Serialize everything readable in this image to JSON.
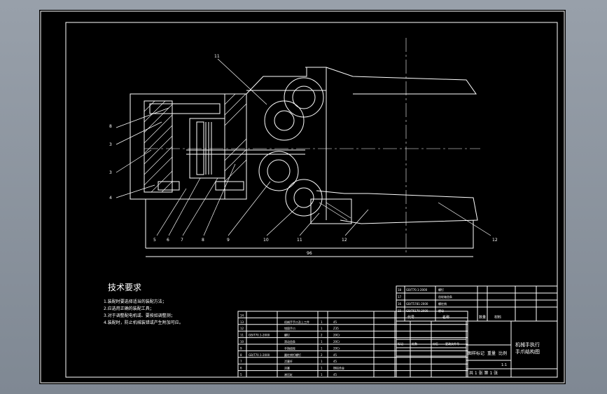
{
  "drawing": {
    "balloons": [
      "11",
      "8",
      "3",
      "3",
      "4",
      "5",
      "6",
      "7",
      "8",
      "9",
      "10",
      "11",
      "12",
      "12"
    ],
    "tech_requirements": {
      "title": "技术要求",
      "items": [
        "1.装配时要选择适当的装配方法；",
        "2.应选用正确的装配工具；",
        "3.对于调整配电机或、要按如调整测；",
        "4.装配时，防止机械装错或产生附加可应。"
      ]
    },
    "dimension_label": "96"
  },
  "title_block": {
    "drawing_name": [
      "机械手执行",
      "手爪结构图"
    ],
    "scale": "1:1",
    "sheet_info": "共 1 张  第 1 张",
    "headers": [
      "图样标记",
      "重量",
      "比例"
    ],
    "marks": [
      "标记",
      "处数",
      "分区",
      "更改文件号",
      "签名",
      "年月日"
    ]
  },
  "bom": {
    "rows": [
      {
        "no": "14",
        "code": "",
        "name": "",
        "qty": "",
        "mat": ""
      },
      {
        "no": "13",
        "code": "",
        "name": "机械手手爪及上工件",
        "qty": "1",
        "mat": "45"
      },
      {
        "no": "12",
        "code": "",
        "name": "钳固手爪",
        "qty": "1",
        "mat": "Z35"
      },
      {
        "no": "11",
        "code": "GB/T70.1-2000",
        "name": "螺钉",
        "qty": "2",
        "mat": "20Cr"
      },
      {
        "no": "10",
        "code": "",
        "name": "滑动齿条",
        "qty": "1",
        "mat": "20Cr"
      },
      {
        "no": "9",
        "code": "",
        "name": "手指齿轮",
        "qty": "1",
        "mat": "20Cr"
      },
      {
        "no": "8",
        "code": "GB/T70.1-2000",
        "name": "圆柱销钉螺钉",
        "qty": "2",
        "mat": "45"
      },
      {
        "no": "7",
        "code": "",
        "name": "活塞杆",
        "qty": "1",
        "mat": "45"
      },
      {
        "no": "6",
        "code": "",
        "name": "活塞",
        "qty": "1",
        "mat": "铸铝合金"
      },
      {
        "no": "5",
        "code": "",
        "name": "液压缸",
        "qty": "1",
        "mat": "45"
      }
    ],
    "upper_rows": [
      {
        "no": "18",
        "code": "GB/T70.1-2000",
        "name": "螺钉"
      },
      {
        "no": "17",
        "code": "",
        "name": "齿轮轴齿条"
      },
      {
        "no": "16",
        "code": "GB/T5781-2000",
        "name": "螺柱销"
      },
      {
        "no": "15",
        "code": "GB/T6170-2000",
        "name": "螺母"
      }
    ],
    "header": {
      "no": "序号",
      "code": "代号",
      "name": "名称",
      "qty": "数量",
      "mat": "材料"
    }
  }
}
